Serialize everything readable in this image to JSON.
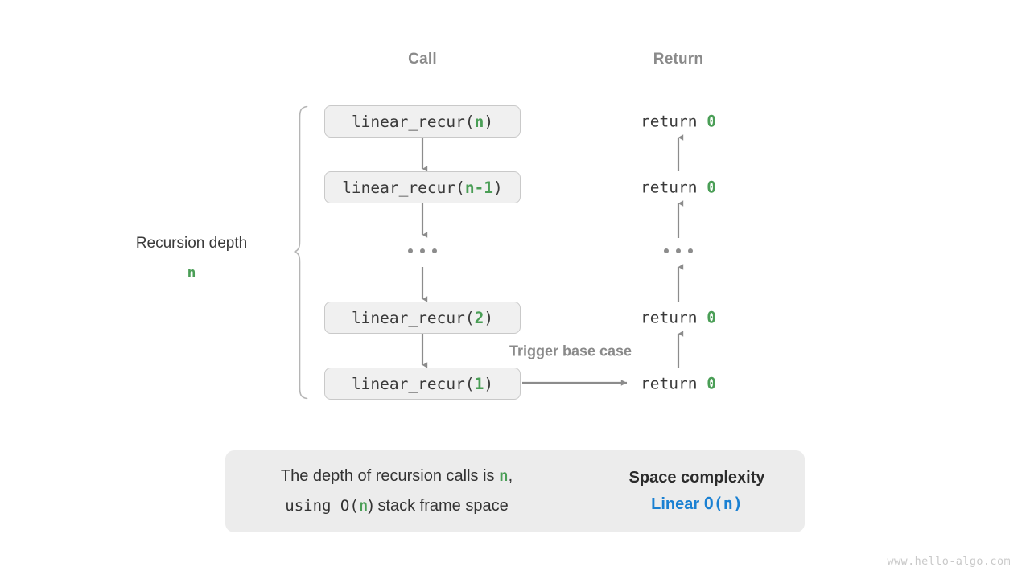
{
  "headers": {
    "call": "Call",
    "return": "Return"
  },
  "colors": {
    "accent_green": "#4a9e56",
    "accent_blue": "#1a80d2",
    "box_fill": "#f0f0f0",
    "box_border": "#c9c9c9",
    "arrow_gray": "#8c8c8c",
    "muted_text": "#8a8a8a",
    "panel_fill": "#ececec"
  },
  "depth": {
    "label": "Recursion depth",
    "value": "n"
  },
  "call_stack": [
    {
      "prefix": "linear_recur(",
      "arg": "n",
      "suffix": ")"
    },
    {
      "prefix": "linear_recur(",
      "arg": "n-1",
      "suffix": ")"
    },
    {
      "ellipsis": "…"
    },
    {
      "prefix": "linear_recur(",
      "arg": "2",
      "suffix": ")"
    },
    {
      "prefix": "linear_recur(",
      "arg": "1",
      "suffix": ")"
    }
  ],
  "return_stack": [
    {
      "text": "return ",
      "value": "0"
    },
    {
      "text": "return ",
      "value": "0"
    },
    {
      "ellipsis": "…"
    },
    {
      "text": "return ",
      "value": "0"
    },
    {
      "text": "return ",
      "value": "0"
    }
  ],
  "annotations": {
    "trigger_base_case": "Trigger base case"
  },
  "summary": {
    "line1_a": "The depth of recursion calls is ",
    "line1_n": "n",
    "line1_b": ",",
    "line2_a": "using O(",
    "line2_n": "n",
    "line2_b": ") stack frame space",
    "complexity_title": "Space complexity",
    "complexity_kind": "Linear",
    "complexity_value": "O(n)"
  },
  "watermark": "www.hello-algo.com"
}
